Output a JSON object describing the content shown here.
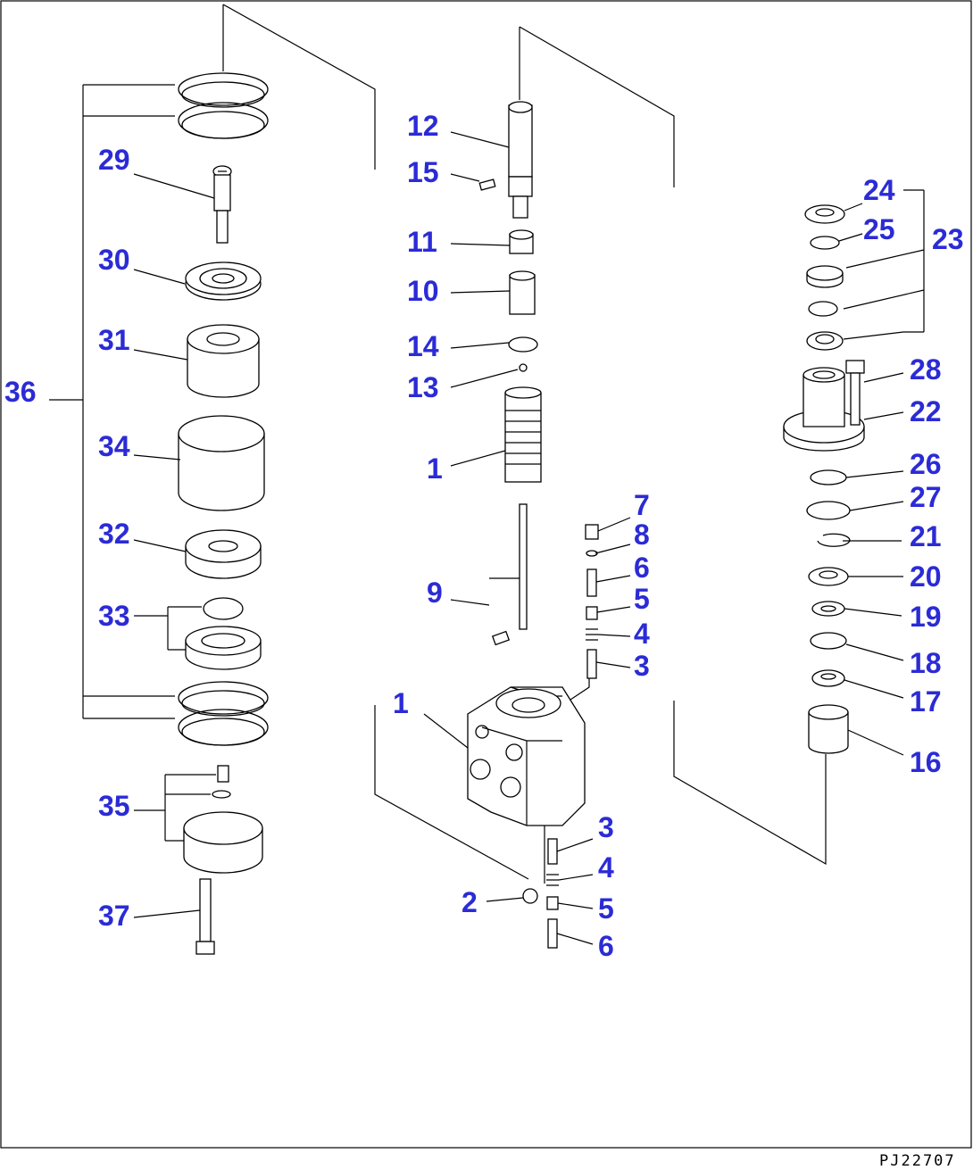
{
  "drawing_code": "PJ22707",
  "labels": [
    {
      "id": "l36",
      "text": "36"
    },
    {
      "id": "l29",
      "text": "29"
    },
    {
      "id": "l30",
      "text": "30"
    },
    {
      "id": "l31",
      "text": "31"
    },
    {
      "id": "l34",
      "text": "34"
    },
    {
      "id": "l32",
      "text": "32"
    },
    {
      "id": "l33",
      "text": "33"
    },
    {
      "id": "l35",
      "text": "35"
    },
    {
      "id": "l37",
      "text": "37"
    },
    {
      "id": "l12",
      "text": "12"
    },
    {
      "id": "l15",
      "text": "15"
    },
    {
      "id": "l11",
      "text": "11"
    },
    {
      "id": "l10",
      "text": "10"
    },
    {
      "id": "l14",
      "text": "14"
    },
    {
      "id": "l13",
      "text": "13"
    },
    {
      "id": "l1a",
      "text": "1"
    },
    {
      "id": "l9",
      "text": "9"
    },
    {
      "id": "l7",
      "text": "7"
    },
    {
      "id": "l8",
      "text": "8"
    },
    {
      "id": "l6a",
      "text": "6"
    },
    {
      "id": "l5a",
      "text": "5"
    },
    {
      "id": "l4a",
      "text": "4"
    },
    {
      "id": "l3a",
      "text": "3"
    },
    {
      "id": "l1b",
      "text": "1"
    },
    {
      "id": "l3b",
      "text": "3"
    },
    {
      "id": "l4b",
      "text": "4"
    },
    {
      "id": "l2",
      "text": "2"
    },
    {
      "id": "l5b",
      "text": "5"
    },
    {
      "id": "l6b",
      "text": "6"
    },
    {
      "id": "l24",
      "text": "24"
    },
    {
      "id": "l25",
      "text": "25"
    },
    {
      "id": "l23",
      "text": "23"
    },
    {
      "id": "l28",
      "text": "28"
    },
    {
      "id": "l22",
      "text": "22"
    },
    {
      "id": "l26",
      "text": "26"
    },
    {
      "id": "l27",
      "text": "27"
    },
    {
      "id": "l21",
      "text": "21"
    },
    {
      "id": "l20",
      "text": "20"
    },
    {
      "id": "l19",
      "text": "19"
    },
    {
      "id": "l18",
      "text": "18"
    },
    {
      "id": "l17",
      "text": "17"
    },
    {
      "id": "l16",
      "text": "16"
    }
  ]
}
